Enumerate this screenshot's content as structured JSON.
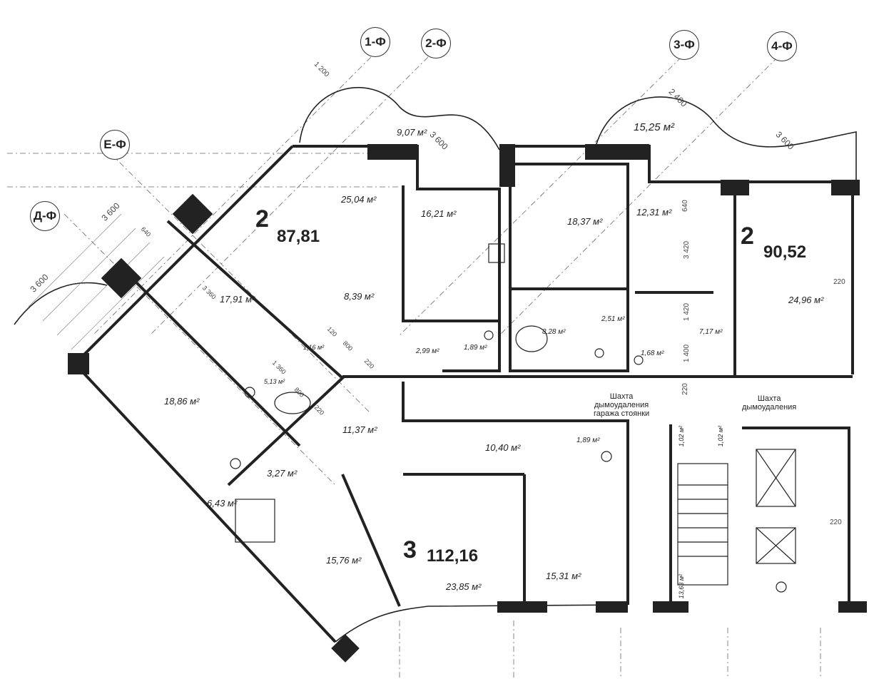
{
  "axes": {
    "a1": "1-Ф",
    "a2": "2-Ф",
    "a3": "3-Ф",
    "a4": "4-Ф",
    "ae": "Е-Ф",
    "ad": "Д-Ф"
  },
  "apartments": [
    {
      "rooms": "2",
      "area": "87,81"
    },
    {
      "rooms": "2",
      "area": "90,52"
    },
    {
      "rooms": "3",
      "area": "112,16"
    }
  ],
  "rooms": {
    "r1": "25,04 м²",
    "r2": "16,21 м²",
    "r3": "18,37 м²",
    "r4": "12,31 м²",
    "r5": "24,96 м²",
    "r6": "17,91 м²",
    "r7": "8,39 м²",
    "r8": "8,28 м²",
    "r9": "2,51 м²",
    "r10": "7,17 м²",
    "r11": "1,68 м²",
    "r12": "1,89 м²",
    "r13": "2,99 м²",
    "r14": "1,16 м²",
    "r15": "5,13 м²",
    "r16": "18,86 м²",
    "r17": "11,37 м²",
    "r18": "10,40 м²",
    "r19": "1,89 м²",
    "r20": "1,02 м²",
    "r21": "1,02 м²",
    "r22": "3,27 м²",
    "r23": "6,43 м²",
    "r24": "15,76 м²",
    "r25": "23,85 м²",
    "r26": "15,31 м²",
    "r27": "13,63 м²",
    "b1": "9,07 м²",
    "b2": "15,25 м²"
  },
  "notes": {
    "shaft1": [
      "Шахта",
      "дымоудаления",
      "гаража стоянки"
    ],
    "shaft2": [
      "Шахта",
      "дымоудаления"
    ]
  },
  "dims": {
    "d1": "1 200",
    "d2": "3 600",
    "d3": "3 600",
    "d4": "2 400",
    "d5": "3 600",
    "d6": "3 600",
    "d7": "640",
    "d8": "3 420",
    "d9": "1 420",
    "d10": "1 400",
    "d11": "220",
    "d12": "220",
    "d13": "220",
    "d14": "640",
    "d15": "3 360",
    "d16": "1 360",
    "d17": "800",
    "d18": "220",
    "d19": "120",
    "d20": "800",
    "d21": "220"
  }
}
